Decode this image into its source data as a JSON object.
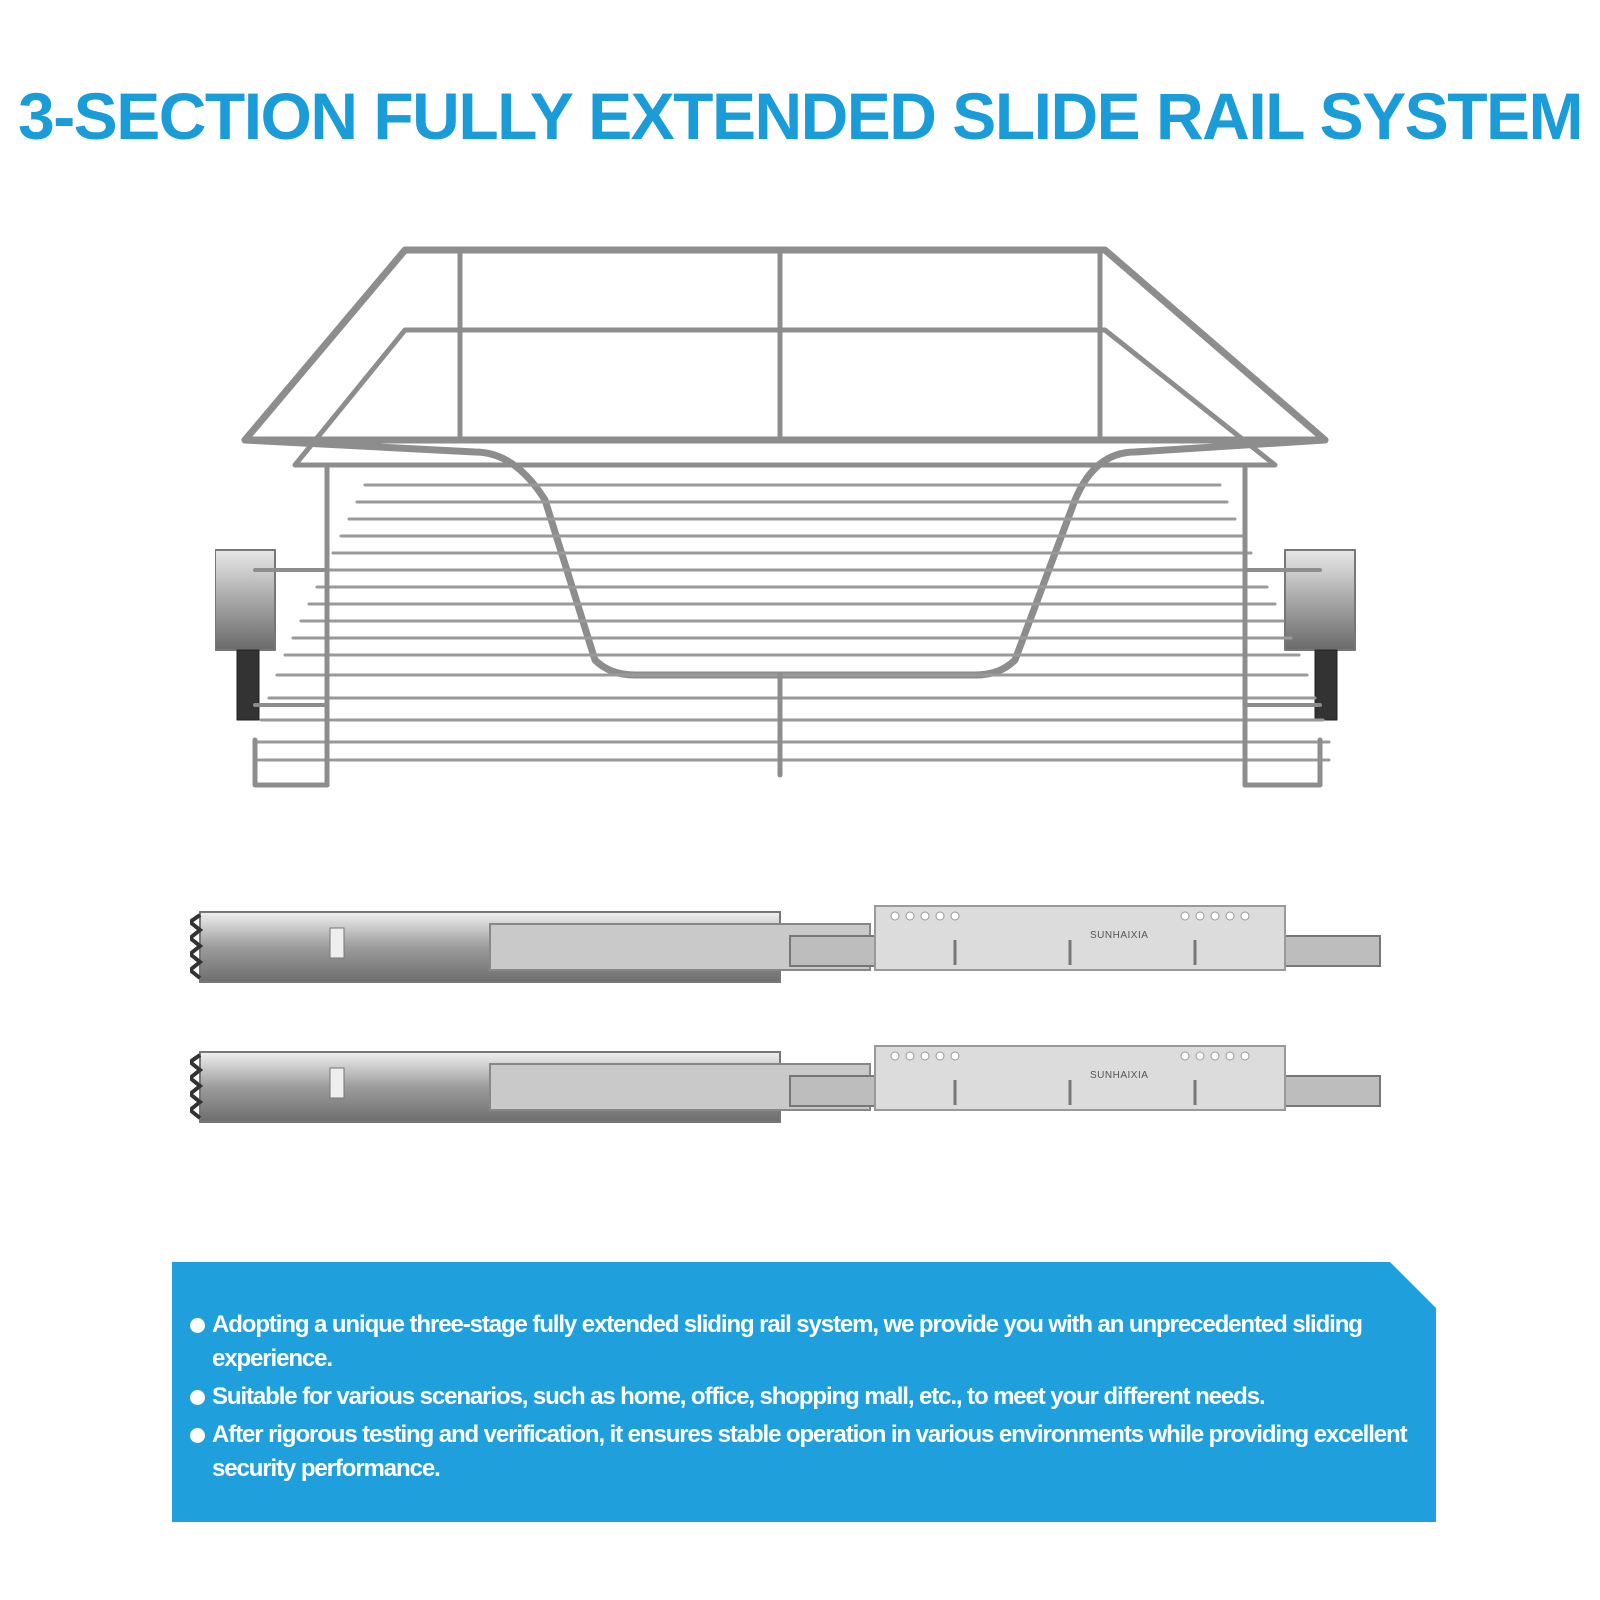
{
  "title": "3-SECTION FULLY EXTENDED SLIDE RAIL SYSTEM",
  "rail_brand": "SUNHAIXIA",
  "colors": {
    "accent": "#1a9cd8",
    "panel": "#1fa0dd",
    "text_on_panel": "#ffffff"
  },
  "features": [
    "Adopting a unique three-stage fully extended sliding rail system, we provide you with an unprecedented sliding experience.",
    "Suitable for various scenarios, such as home, office, shopping mall, etc., to meet your different needs.",
    "After rigorous testing and verification, it ensures stable operation in various environments while providing excellent security performance."
  ]
}
